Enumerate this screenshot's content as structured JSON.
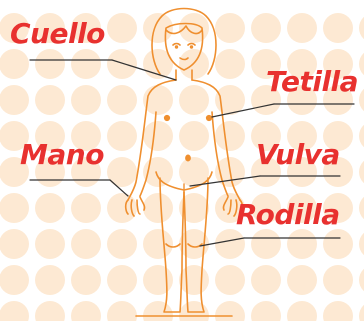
{
  "labels": {
    "cuello": "Cuello",
    "tetilla": "Tetilla",
    "mano": "Mano",
    "vulva": "Vulva",
    "rodilla": "Rodilla"
  },
  "colors": {
    "label_text": "#e8312f",
    "figure_outline": "#ef8f2f",
    "dots": "#fde9d3",
    "leader_line": "#333333"
  },
  "figure": {
    "description_icon": "child-body-outline"
  }
}
